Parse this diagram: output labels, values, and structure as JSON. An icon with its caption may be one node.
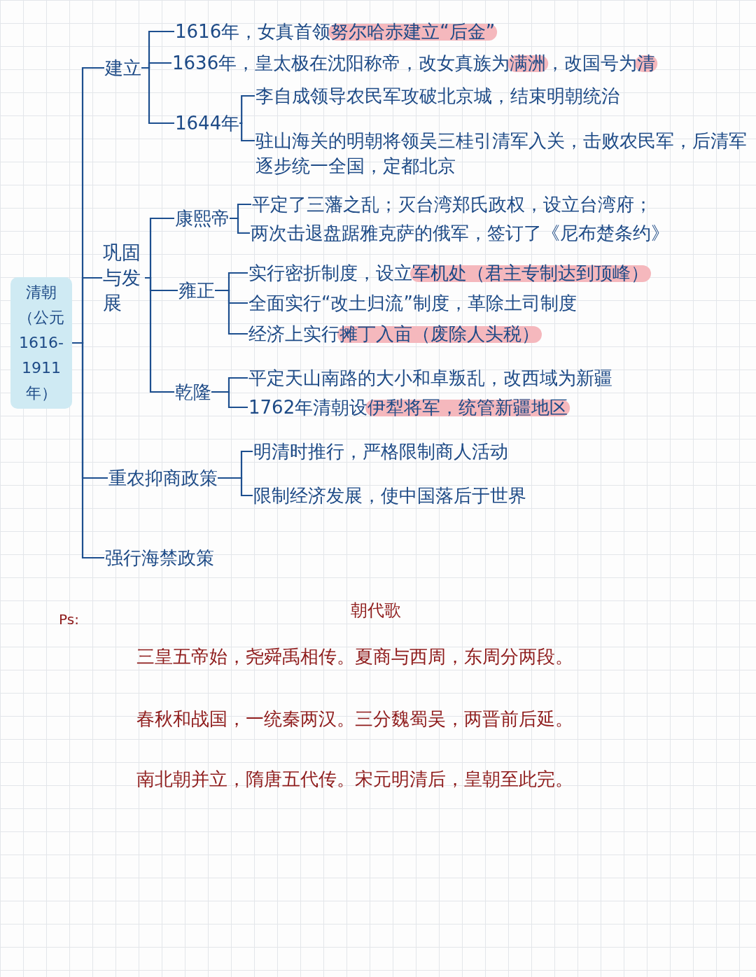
{
  "diagram": {
    "nodes": [
      {
        "text": [
          "清朝（公元1616-1911年）"
        ]
      },
      {
        "text": [
          "建立"
        ]
      },
      {
        "text": [
          "1616年，女真首领努尔哈赤建立“后金”"
        ]
      },
      {
        "text": [
          "1636年，皇太极在沈阳称帝，改女真族为满洲，改国号为清"
        ]
      },
      {
        "text": [
          "1644年"
        ]
      },
      {
        "text": [
          "李自成领导农民军攻破北京城，结束明朝统治"
        ]
      },
      {
        "text": [
          "驻山海关的明朝将领吴三桂引清军入关，击败农民军，后清军逐步统一全国，定都北京"
        ]
      },
      {
        "text": [
          "巩固与发展"
        ]
      },
      {
        "text": [
          "康熙帝"
        ]
      },
      {
        "text": [
          "平定了三藩之乱；灭台湾郑氏政权，设立台湾府；"
        ]
      },
      {
        "text": [
          "两次击退盘踞雅克萨的俄军，签订了《尼布楚条约》"
        ]
      },
      {
        "text": [
          "雍正"
        ]
      },
      {
        "text": [
          "实行密折制度，设立军机处（君主专制达到顶峰）"
        ]
      },
      {
        "text": [
          "全面实行“改土归流”制度，革除土司制度"
        ]
      },
      {
        "text": [
          "经济上实行摊丁入亩（废除人头税）"
        ]
      },
      {
        "text": [
          "乾隆"
        ]
      },
      {
        "text": [
          "平定天山南路的大小和卓叛乱，改西域为新疆"
        ]
      },
      {
        "text": [
          "1762年清朝设伊犁将军，统管新疆地区"
        ]
      },
      {
        "text": [
          "重农抑商政策"
        ]
      },
      {
        "text": [
          "明清时推行，严格限制商人活动"
        ]
      },
      {
        "text": [
          "限制经济发展，使中国落后于世界"
        ]
      },
      {
        "text": [
          "强行海禁政策"
        ]
      }
    ],
    "edges": [
      {
        "from": 0,
        "to": 1,
        "arrow": "none"
      },
      {
        "from": 0,
        "to": 7,
        "arrow": "none"
      },
      {
        "from": 0,
        "to": 18,
        "arrow": "none"
      },
      {
        "from": 0,
        "to": 21,
        "arrow": "none"
      },
      {
        "from": 1,
        "to": 2,
        "arrow": "none"
      },
      {
        "from": 1,
        "to": 3,
        "arrow": "none"
      },
      {
        "from": 1,
        "to": 4,
        "arrow": "none"
      },
      {
        "from": 4,
        "to": 5,
        "arrow": "none"
      },
      {
        "from": 4,
        "to": 6,
        "arrow": "none"
      },
      {
        "from": 7,
        "to": 8,
        "arrow": "none"
      },
      {
        "from": 7,
        "to": 11,
        "arrow": "none"
      },
      {
        "from": 7,
        "to": 15,
        "arrow": "none"
      },
      {
        "from": 8,
        "to": 9,
        "arrow": "none"
      },
      {
        "from": 8,
        "to": 10,
        "arrow": "none"
      },
      {
        "from": 11,
        "to": 12,
        "arrow": "none"
      },
      {
        "from": 11,
        "to": 13,
        "arrow": "none"
      },
      {
        "from": 11,
        "to": 14,
        "arrow": "none"
      },
      {
        "from": 15,
        "to": 16,
        "arrow": "none"
      },
      {
        "from": 15,
        "to": 17,
        "arrow": "none"
      },
      {
        "from": 18,
        "to": 19,
        "arrow": "none"
      },
      {
        "from": 18,
        "to": 20,
        "arrow": "none"
      }
    ],
    "labels": [
      "Ps:",
      "朝代歌",
      "三皇五帝始，尧舜禹相传。夏商与西周，东周分两段。",
      "春秋和战国，一统秦两汉。三分魏蜀吴，两晋前后延。",
      "南北朝并立，隋唐五代传。宋元明清后，皇朝至此完。"
    ]
  }
}
